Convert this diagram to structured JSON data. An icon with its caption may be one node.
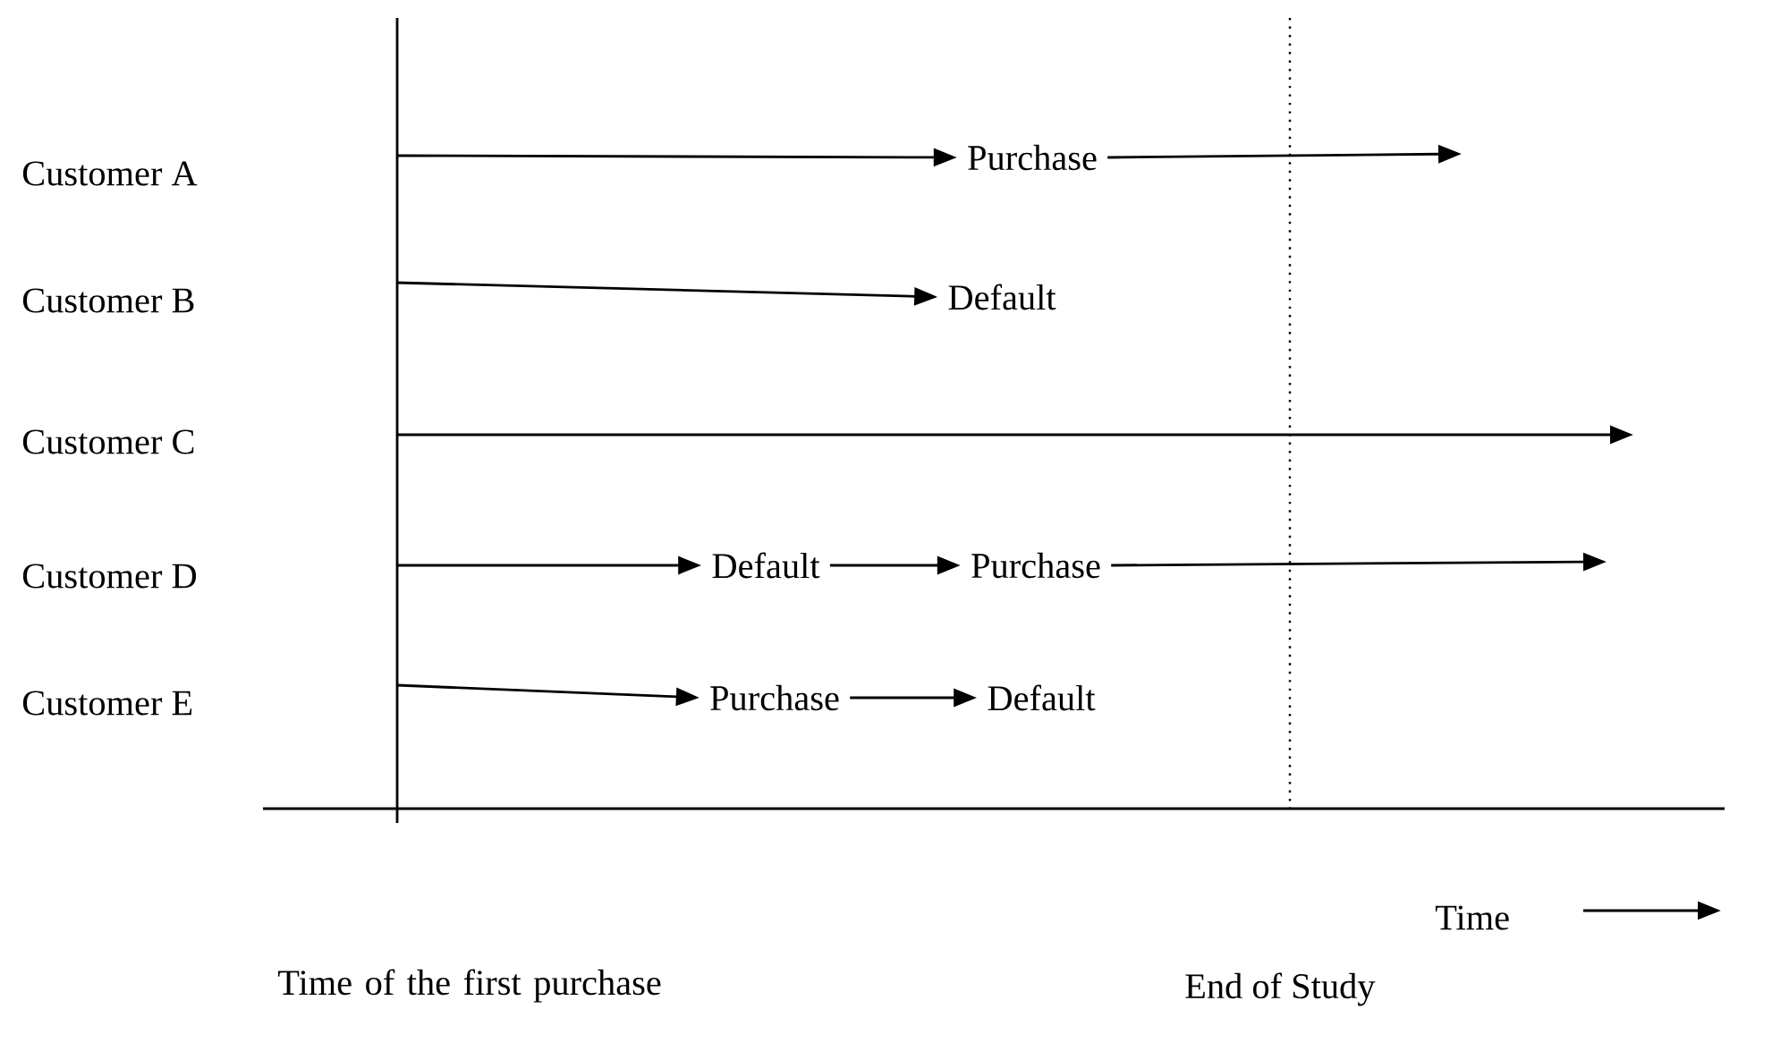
{
  "diagram": {
    "nodes": [
      {
        "text": [
          "Purchase"
        ]
      },
      {
        "text": [
          "Default"
        ]
      },
      {
        "text": [
          "Default"
        ]
      },
      {
        "text": [
          "Purchase"
        ]
      },
      {
        "text": [
          "Purchase"
        ]
      },
      {
        "text": [
          "Default"
        ]
      }
    ],
    "edges": [
      {
        "from": null,
        "to": 0,
        "arrow": "to"
      },
      {
        "from": 0,
        "to": null,
        "arrow": "to"
      },
      {
        "from": null,
        "to": 1,
        "arrow": "to"
      },
      {
        "from": null,
        "to": 2,
        "arrow": "to"
      },
      {
        "from": 2,
        "to": 3,
        "arrow": "to"
      },
      {
        "from": 3,
        "to": null,
        "arrow": "to"
      },
      {
        "from": null,
        "to": 4,
        "arrow": "to"
      },
      {
        "from": 4,
        "to": 5,
        "arrow": "to"
      }
    ],
    "labels": [
      "Customer A",
      "Customer B",
      "Customer C",
      "Customer D",
      "Customer E",
      "Time",
      "Time of the first purchase",
      "End of Study"
    ]
  }
}
